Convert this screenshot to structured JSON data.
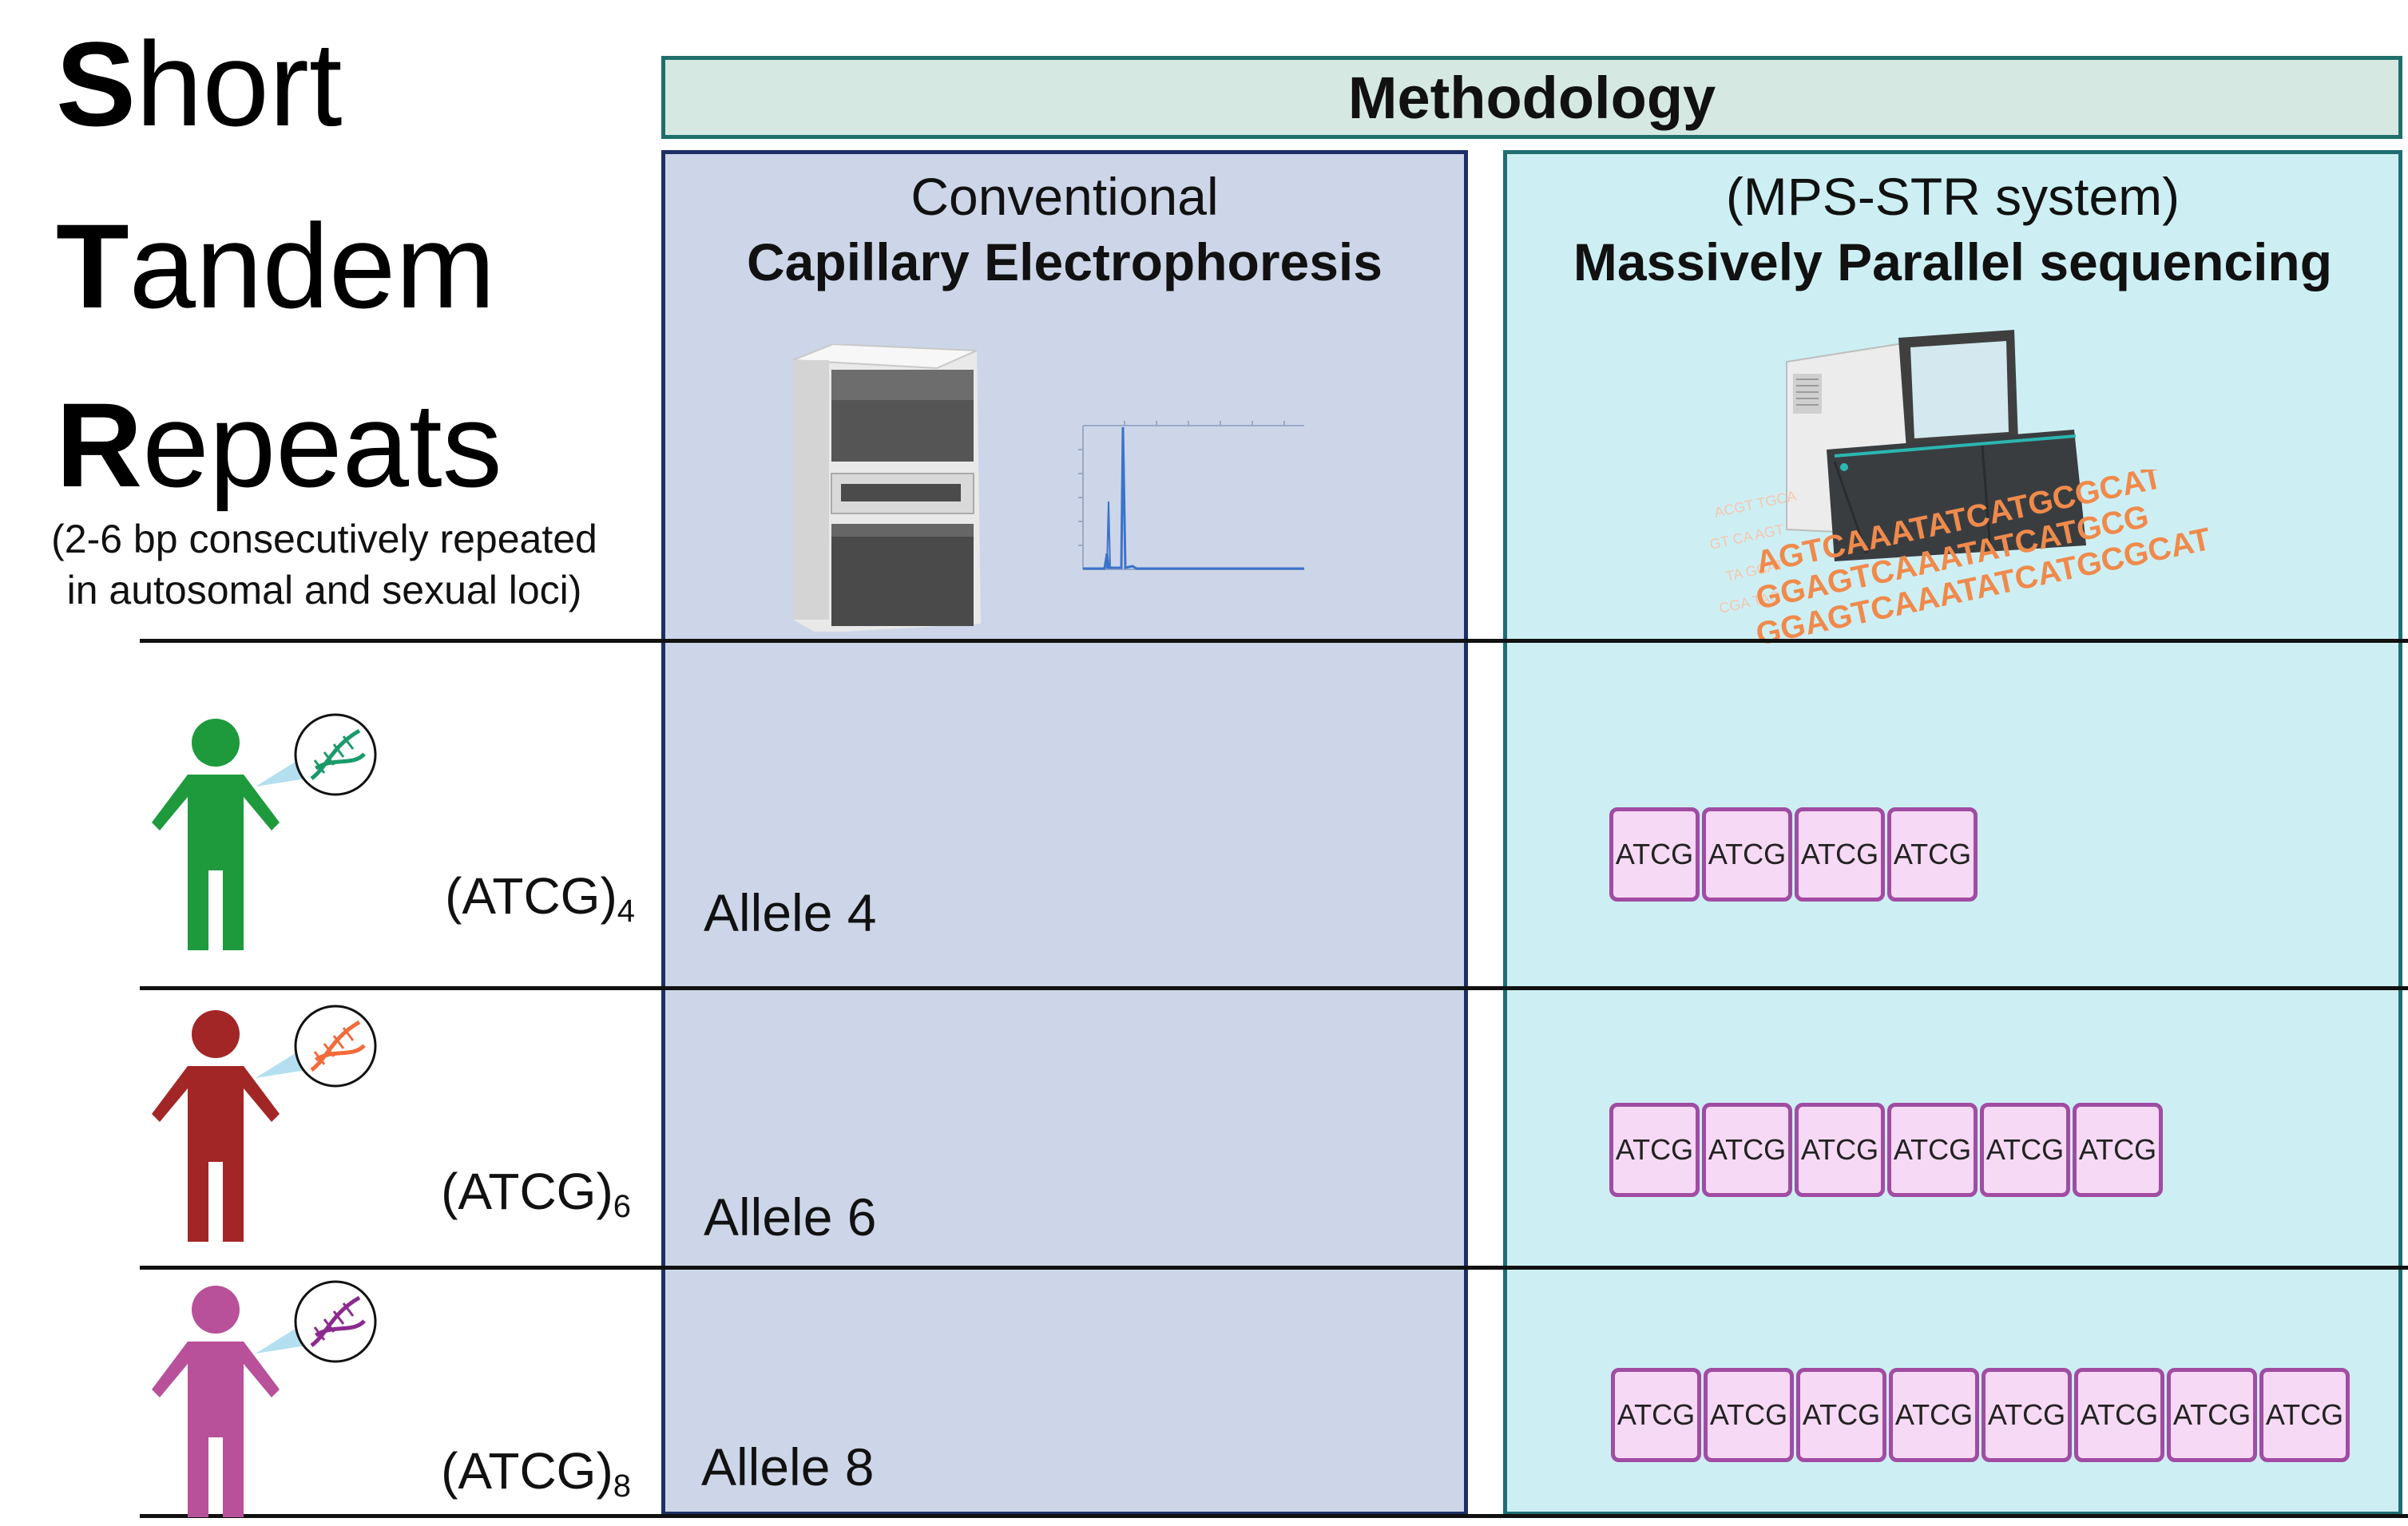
{
  "title": {
    "line1_cap": "S",
    "line1_rest": "hort",
    "line2_cap": "T",
    "line2_rest": "andem",
    "line3_cap": "R",
    "line3_rest": "epeats",
    "subtitle_line1": "(2-6 bp consecutively repeated",
    "subtitle_line2": "in autosomal and sexual  loci)"
  },
  "header": {
    "label": "Methodology"
  },
  "columns": {
    "ce": {
      "line1": "Conventional",
      "line2": "Capillary Electrophoresis"
    },
    "mps": {
      "line1": "(MPS-STR system)",
      "line2": "Massively Parallel sequencing"
    }
  },
  "sequence_art": {
    "line1": "AGTCAAATATCATGCGCAT",
    "line2": "GGAGTCAAATATCATGCG",
    "line3": "GGAGTCAAATATCATGCGCAT"
  },
  "rows": [
    {
      "repeat": "(ATCG)",
      "subscript": "4",
      "allele": "Allele 4",
      "person_color": "#1e9a3c",
      "dna_color": "#1a9a6a",
      "block_label": "ATCG",
      "block_count": 4
    },
    {
      "repeat": "(ATCG)",
      "subscript": "6",
      "allele": "Allele 6",
      "person_color": "#a22626",
      "dna_color": "#f26b3b",
      "block_label": "ATCG",
      "block_count": 6
    },
    {
      "repeat": "(ATCG)",
      "subscript": "8",
      "allele": "Allele 8",
      "person_color": "#b8509a",
      "dna_color": "#8b2a8e",
      "block_label": "ATCG",
      "block_count": 8
    }
  ]
}
